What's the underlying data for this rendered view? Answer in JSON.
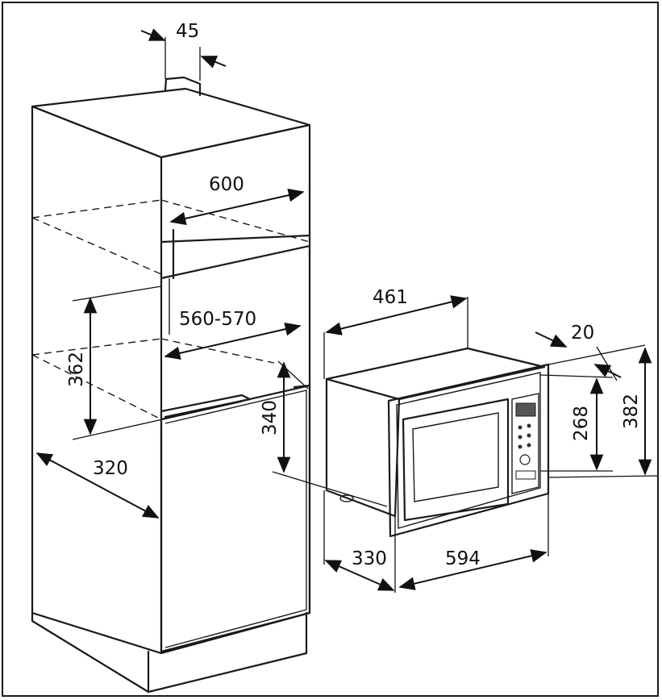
{
  "dimensions": {
    "top_gap": "45",
    "niche_width": "600",
    "niche_height": "362",
    "niche_depth": "560-570",
    "opening_height": "340",
    "cabinet_side": "320",
    "oven_depth": "461",
    "frame_offset": "20",
    "oven_height": "268",
    "frame_height": "382",
    "frame_depth": "330",
    "frame_width": "594"
  },
  "colors": {
    "line": "#1a1a1a",
    "window": "#bdbdbd",
    "panel": "#d9d9d9"
  }
}
